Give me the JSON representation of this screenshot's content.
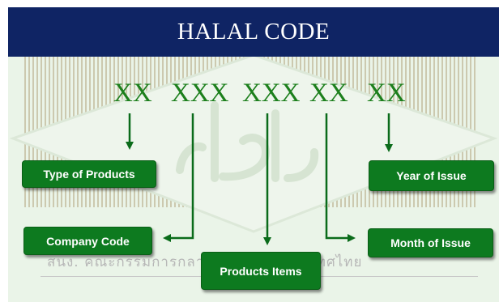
{
  "title": "HALAL CODE",
  "code_segments": [
    "XX",
    "XXX",
    "XXX",
    "XX",
    "XX"
  ],
  "labels": {
    "type_of_products": "Type of Products",
    "company_code": "Company Code",
    "products_items": "Products Items",
    "year_of_issue": "Year of Issue",
    "month_of_issue": "Month of Issue"
  },
  "organization_text": "สนง. คณะกรรมการกลางอิสลามแห่งประเทศไทย",
  "colors": {
    "header": "#0f2464",
    "code_text": "#1c7f1c",
    "label_box": "#0d7a1f",
    "panel_bg": "#eaf4e8"
  }
}
